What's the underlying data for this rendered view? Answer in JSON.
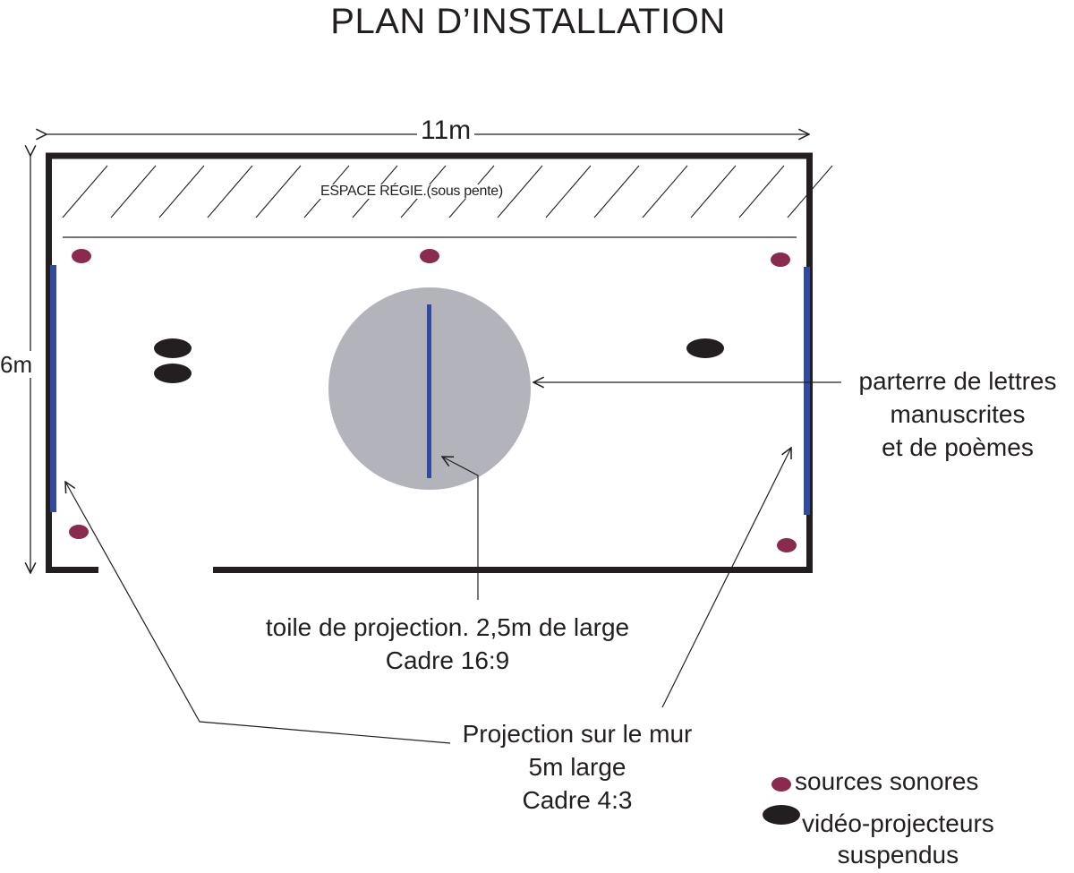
{
  "title": "PLAN D’INSTALLATION",
  "dimensions": {
    "width": "11m",
    "height": "6m"
  },
  "zones": {
    "regie": "ESPACE RÉGIE.(sous pente)"
  },
  "annotations": {
    "parterre": [
      "parterre de lettres",
      "manuscrites",
      "et de poèmes"
    ],
    "toile": [
      "toile de projection. 2,5m de large",
      "Cadre 16:9"
    ],
    "mur": [
      "Projection sur le mur",
      "5m large",
      "Cadre 4:3"
    ]
  },
  "legend": {
    "sonores": "sources sonores",
    "video_line1": "vidéo-projecteurs",
    "video_line2": "suspendus"
  },
  "colors": {
    "wall": "#231f20",
    "speaker": "#8a2a4e",
    "projector": "#231f20",
    "screen": "#2f4a9e",
    "floor_circle": "#b3b4bb"
  }
}
